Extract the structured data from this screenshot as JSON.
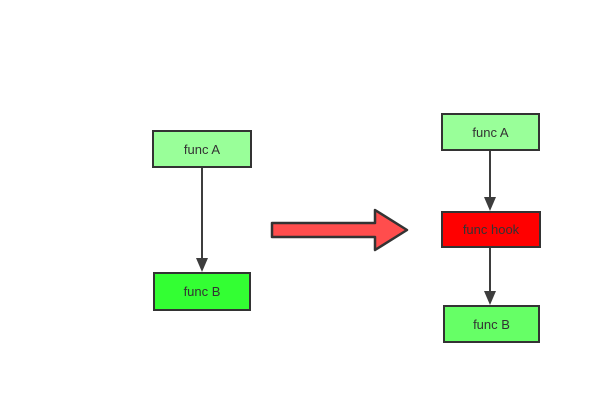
{
  "diagram": {
    "background": "#ffffff",
    "border_color": "#333333",
    "text_color": "#333333",
    "connector_color": "#3d3d3d",
    "before": {
      "nodes": [
        {
          "id": "func-a",
          "label": "func A",
          "fill": "#99ff99"
        },
        {
          "id": "func-b",
          "label": "func B",
          "fill": "#33ff33"
        }
      ]
    },
    "after": {
      "nodes": [
        {
          "id": "func-a",
          "label": "func A",
          "fill": "#99ff99"
        },
        {
          "id": "func-hook",
          "label": "func hook",
          "fill": "#ff0000"
        },
        {
          "id": "func-b",
          "label": "func B",
          "fill": "#66ff66"
        }
      ]
    },
    "transform_arrow": {
      "fill": "#ff4d4d",
      "stroke": "#333333"
    }
  }
}
